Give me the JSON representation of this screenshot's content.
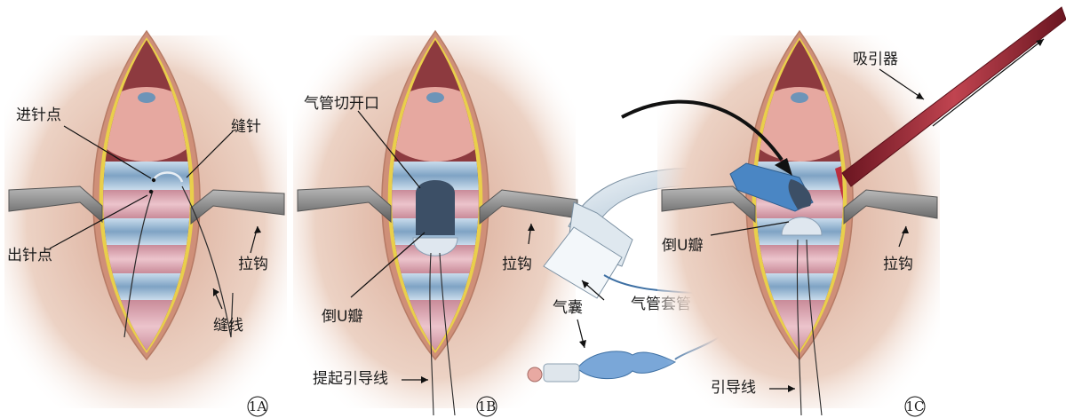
{
  "panels": {
    "a": {
      "tag": "1A",
      "labels": {
        "entry_point": "进针点",
        "suture_needle": "缝针",
        "exit_point": "出针点",
        "retractor": "拉钩",
        "suture_thread": "缝线"
      }
    },
    "b": {
      "tag": "1B",
      "labels": {
        "tracheostomy_opening": "气管切开口",
        "retractor": "拉钩",
        "inverted_u_flap": "倒U瓣",
        "lift_guide_thread": "提起引导线",
        "cuff": "气囊",
        "tracheostomy_tube": "气管套管"
      }
    },
    "c": {
      "tag": "1C",
      "labels": {
        "suction": "吸引器",
        "inverted_u_flap": "倒U瓣",
        "retractor": "拉钩",
        "guide_thread": "引导线"
      }
    }
  },
  "colors": {
    "skin": "#eac9b8",
    "wound_edge": "#c97c66",
    "fat_yellow": "#e9cf4b",
    "muscle_red": "#b4454a",
    "tracheal_ring_blue": "#8fb2cf",
    "tracheal_ring_pink": "#d9a2ae",
    "thyroid_pink": "#e6a8a0",
    "retractor_grey": "#8b8b8b",
    "tube_blue": "#4a86c4",
    "suction_red": "#9b2733",
    "blood_red": "#c0202e"
  }
}
